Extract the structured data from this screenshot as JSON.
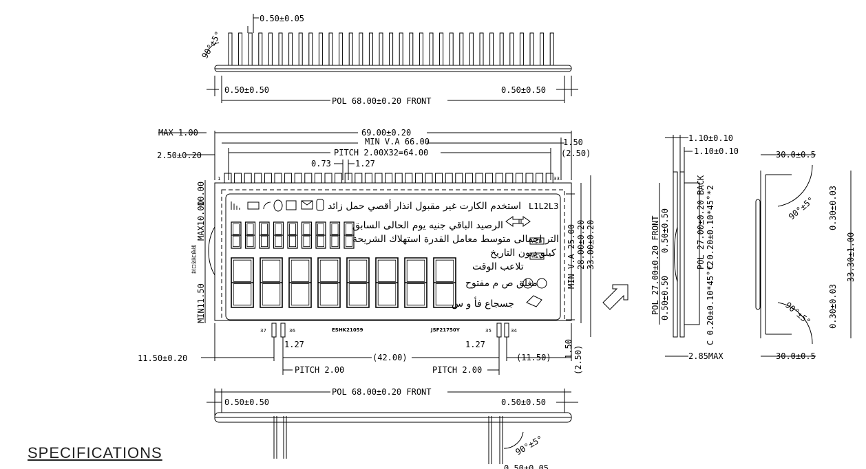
{
  "top_view": {
    "pin_width": "0.50±0.05",
    "angle": "90°±5°",
    "left_offset": "0.50±0.50",
    "right_offset": "0.50±0.50",
    "pol_front": "POL 68.00±0.20 FRONT"
  },
  "front_view": {
    "max_thickness": "MAX 1.00",
    "outline_width": "69.00±0.20",
    "min_va": "MIN V.A 66.00",
    "pitch_total": "PITCH 2.00X32=64.00",
    "pin_073": "0.73",
    "pin_127": "1.27",
    "right_150": "1.50",
    "right_250": "(2.50)",
    "left_250": "2.50±0.20",
    "max_10": "MAX10.00",
    "v_10": "10.00",
    "min_1150": "MIN11.50",
    "bottom_left": "11.50±0.20",
    "bottom_127_left": "1.27",
    "bottom_127_right": "1.27",
    "pitch_left": "PITCH 2.00",
    "pitch_right": "PITCH 2.00",
    "center_42": "(42.00)",
    "bottom_right": "(11.50)",
    "bottom_150": "1.50",
    "bottom_250": "(2.50)",
    "min_va_25": "MIN V.A 25.00",
    "h_28": "28.00±0.20",
    "h_33": "33.00±0.20",
    "pin1": "1",
    "pin33": "33",
    "pin37": "37",
    "pin36": "36",
    "pin35": "35",
    "pin34": "34",
    "code_left": "ESHK21059",
    "code_right": "JSF21750Y",
    "chinese_label": "封口划红色线",
    "arabic_line1": "استخدم الكارت غير مقبول انذار أقصي حمل زائد",
    "arabic_line2": "الرصيد الباقي جنيه يوم الحالى السابق",
    "arabic_line3": "التر اجمالى متوسط معامل القدرة استهلاك الشريحة",
    "arabic_line4": "كيلو ديون التاريخ",
    "arabic_line5": "تلاعب الوقت",
    "arabic_line6": "مغلق ص م مفتوح",
    "arabic_line7": "جسجاع فأ و س",
    "phase_labels": "L1L2L3",
    "acb": "ACB",
    "rev": "REV"
  },
  "side_view": {
    "t1": "1.10±0.10",
    "t2": "1.10±0.10",
    "pol_front": "POL 27.00±0.20 FRONT",
    "pol_back": "POL 27.00±0.20 BACK",
    "off1": "0.50±0.50",
    "off2": "0.50±0.50",
    "chamfer1": "C 0.20±0.10*45°*2",
    "chamfer2": "C 0.20±0.10*45°*2",
    "max_285": "2.85MAX"
  },
  "end_view": {
    "top_w": "30.0±0.5",
    "bottom_w": "30.0±0.5",
    "angle1": "90°±5°",
    "angle2": "90°±5°",
    "offset1": "0.30±0.03",
    "offset2": "0.30±0.03",
    "height": "33.30±1.00"
  },
  "bottom_view": {
    "pol_front": "POL 68.00±0.20 FRONT",
    "left_offset": "0.50±0.50",
    "right_offset": "0.50±0.50",
    "angle": "90°±5°",
    "pin_width": "0.50±0.05"
  },
  "specifications_title": "SPECIFICATIONS"
}
